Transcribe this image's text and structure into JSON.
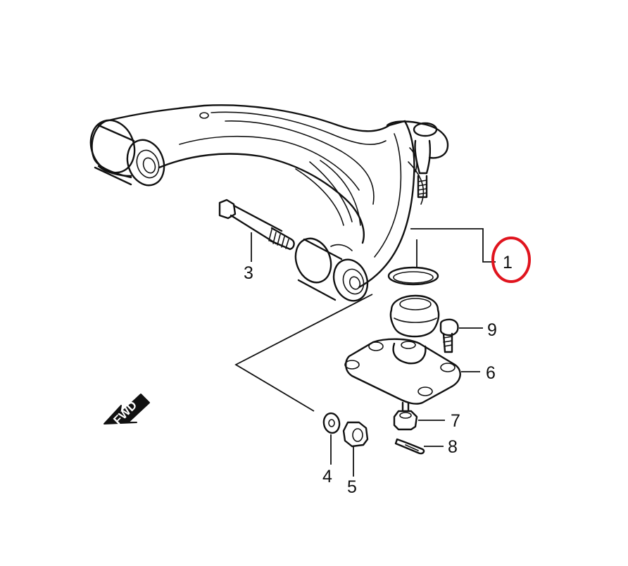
{
  "diagram": {
    "callouts": [
      {
        "id": "1",
        "label": "1",
        "highlighted": true
      },
      {
        "id": "3",
        "label": "3"
      },
      {
        "id": "4",
        "label": "4"
      },
      {
        "id": "5",
        "label": "5"
      },
      {
        "id": "6",
        "label": "6"
      },
      {
        "id": "7",
        "label": "7"
      },
      {
        "id": "8",
        "label": "8"
      },
      {
        "id": "9",
        "label": "9"
      }
    ],
    "direction_arrow": {
      "label": "FWD"
    },
    "highlight_color": "#e0141e",
    "line_color": "#111111"
  }
}
